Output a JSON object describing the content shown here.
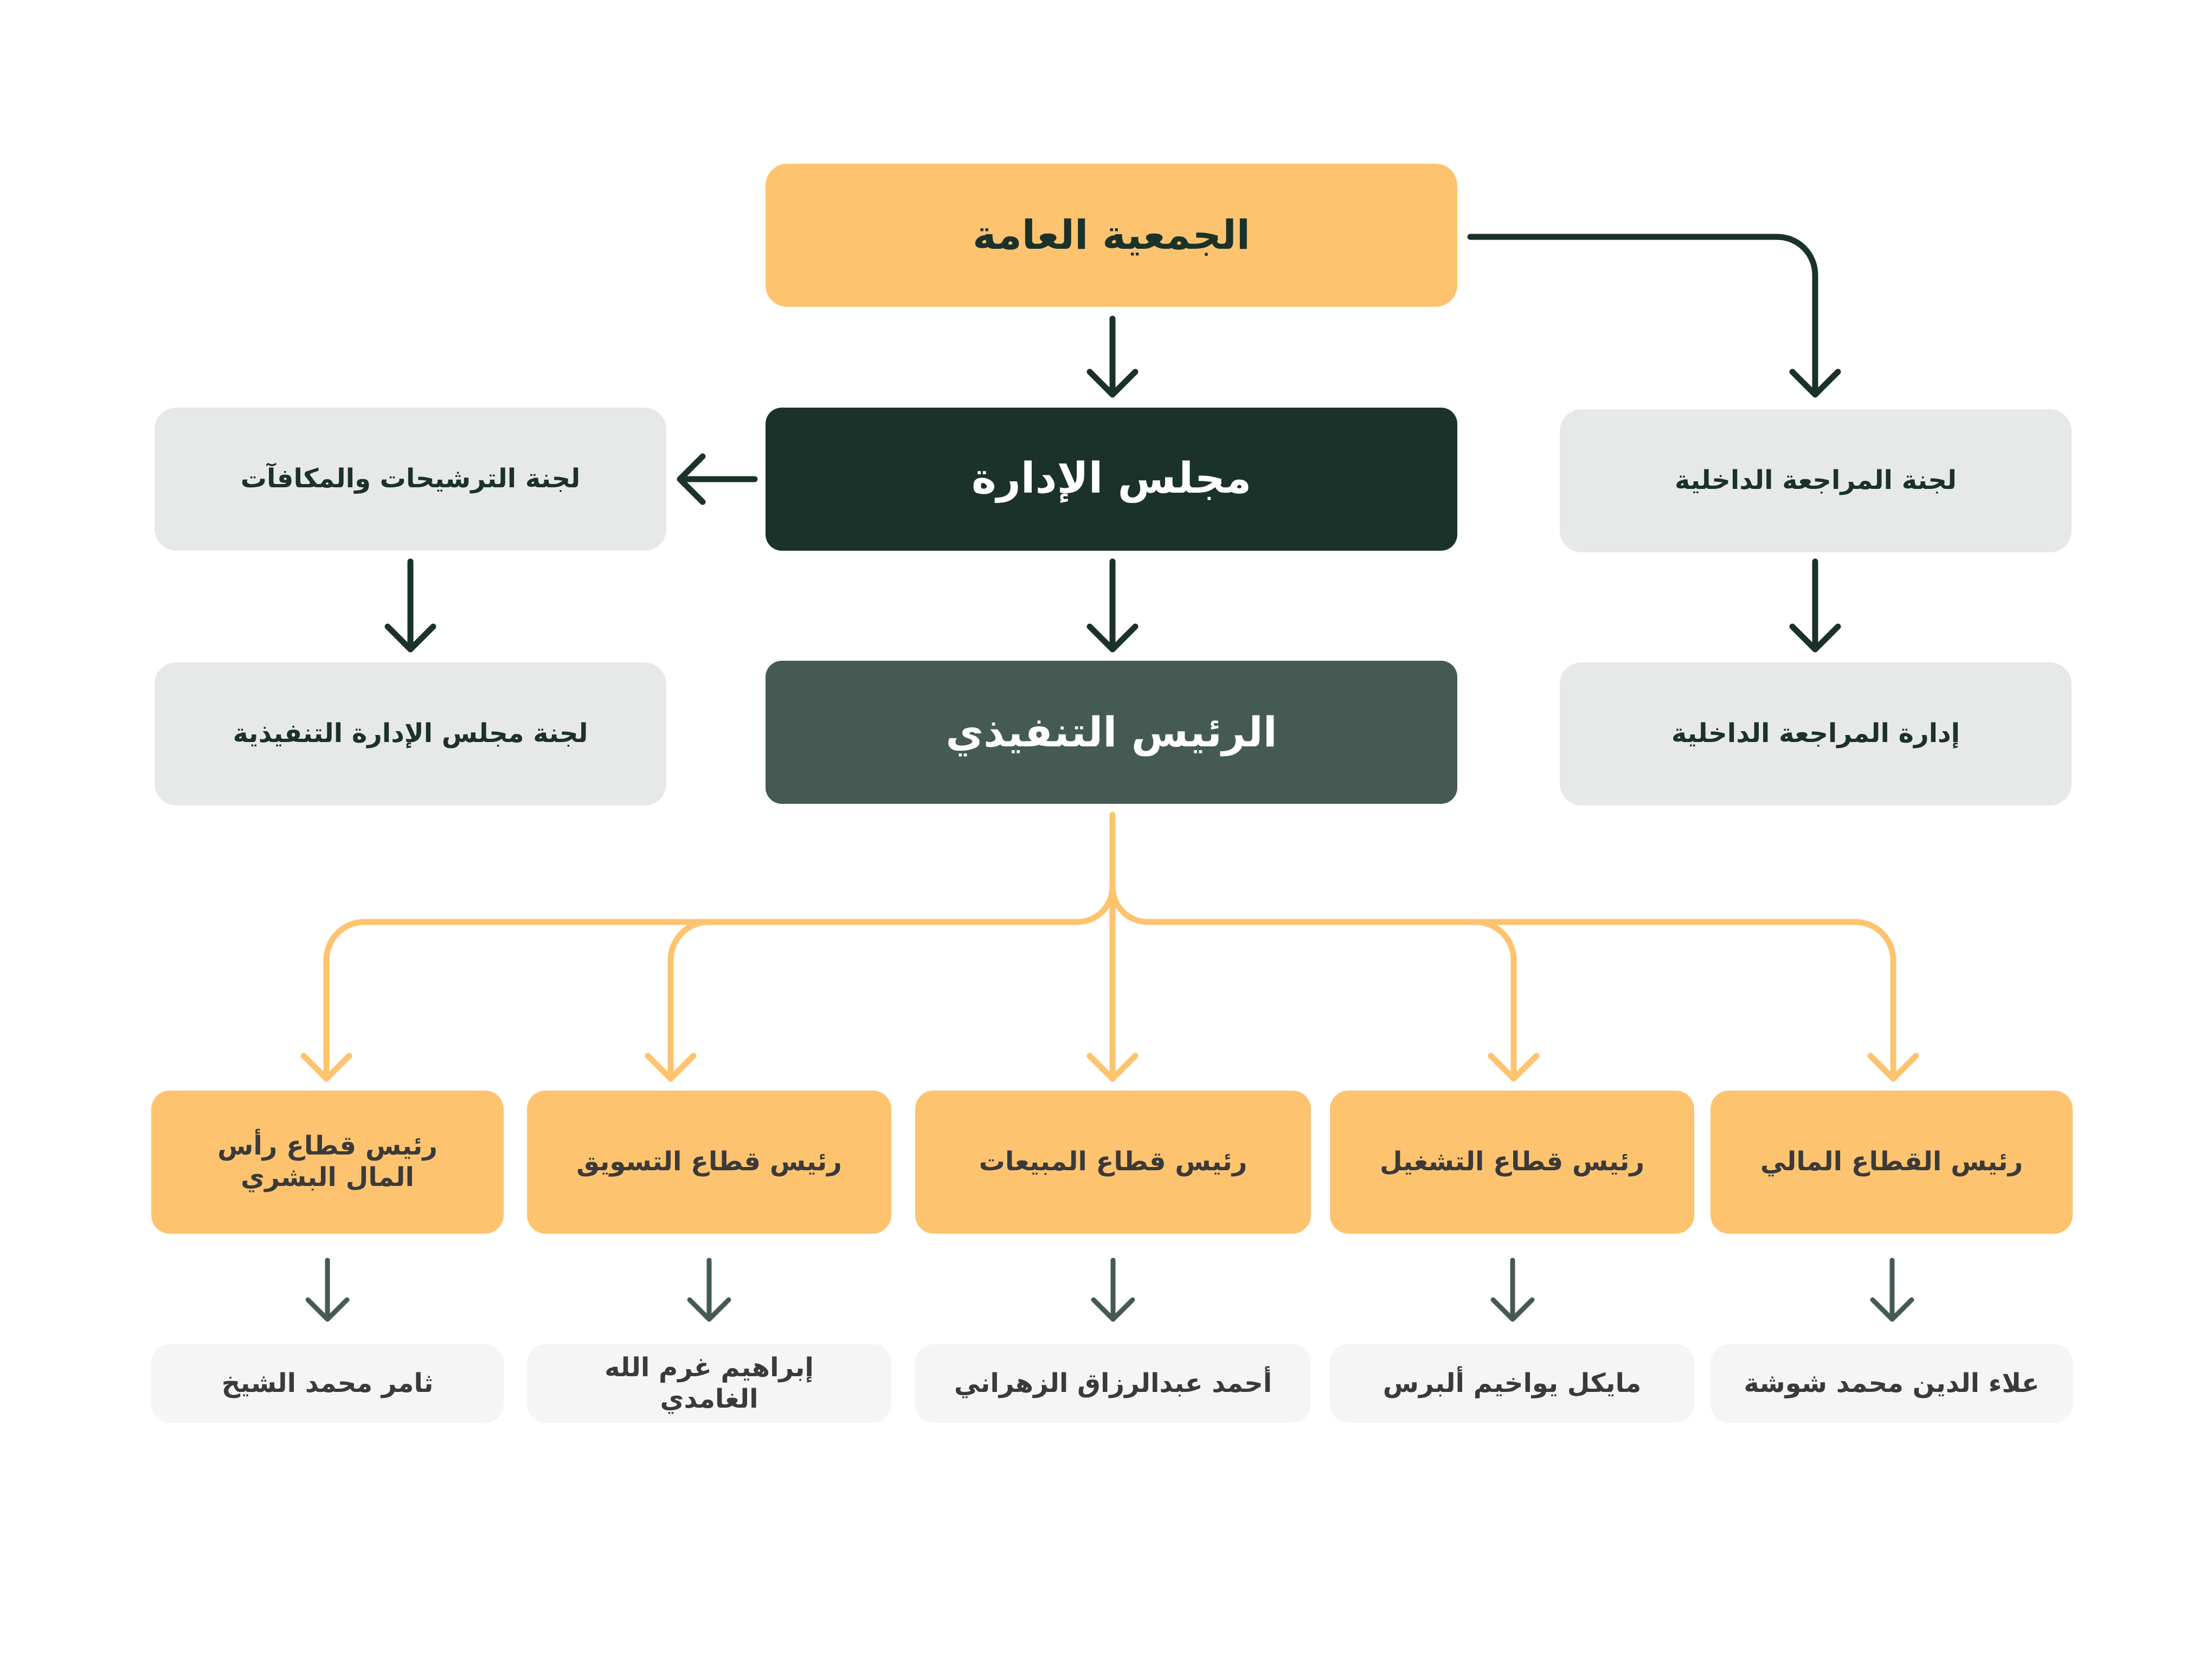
{
  "nodes": {
    "general_assembly": "الجمعية العامة",
    "board": "مجلس الإدارة",
    "ceo": "الرئيس التنفيذي",
    "nominations_committee": "لجنة الترشيحات والمكافآت",
    "executive_committee": "لجنة مجلس الإدارة التنفيذية",
    "audit_committee": "لجنة المراجعة الداخلية",
    "internal_audit": "إدارة المراجعة الداخلية"
  },
  "sectors": [
    {
      "title": "رئيس قطاع رأس المال البشري",
      "head": "ثامر محمد الشيخ"
    },
    {
      "title": "رئيس قطاع التسويق",
      "head": "إبراهيم غرم الله الغامدي"
    },
    {
      "title": "رئيس قطاع المبيعات",
      "head": "أحمد عبدالرزاق الزهراني"
    },
    {
      "title": "رئيس قطاع التشغيل",
      "head": "مايكل يواخيم ألبرس"
    },
    {
      "title": "رئيس القطاع المالي",
      "head": "علاء الدين محمد شوشة"
    }
  ],
  "colors": {
    "accent_yellow": "#fec36f",
    "dark_green": "#1b322a",
    "mid_green": "#465a54",
    "light_grey": "#e7e9e8",
    "person_bg": "#f5f5f5"
  }
}
